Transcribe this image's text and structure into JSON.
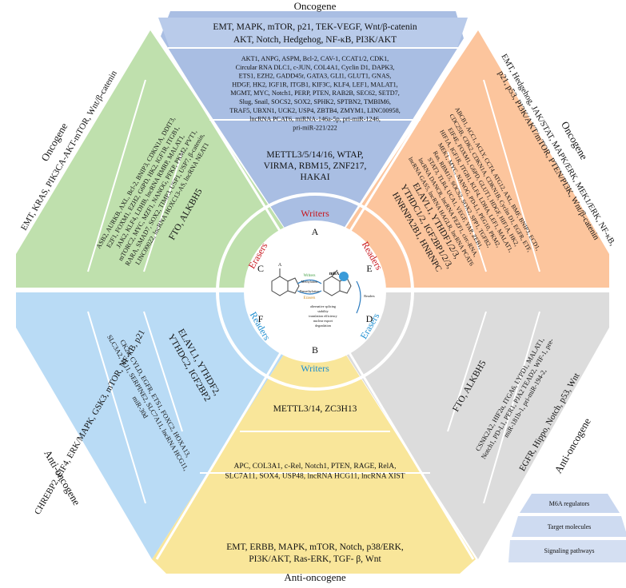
{
  "sectors": {
    "top": {
      "title": "Oncogene",
      "pathways": [
        "EMT, MAPK, mTOR, p21, TEK-VEGF, Wnt/β-catenin",
        "AKT, Notch, Hedgehog, NF-κB, PI3K/AKT"
      ],
      "targets": [
        "AKT1, ANPG, ASPM, Bcl-2, CAV-1, CCAT1/2, CDK1,",
        "Circular RNA DLC1, c-JUN, COL4A1, Cyclin D1, DAPK3,",
        "ETS1, EZH2, GADD45r, GATA3, GLI1, GLUT1, GNAS,",
        "HDGF, HK2, IGF1R, ITGB1, KIF3C, KLF4, LEF1, MALAT1,",
        "MGMT, MYC, Notch1, PERP, PTEN, RAB2B, SEC62, SETD7,",
        "Slug, Snail, SOCS2, SOX2, SPHK2, SPTBN2, TMBIM6,",
        "TRAF5, UBXN1, UCK2, USP4, ZBTB4, ZMYM1, LINC00958,",
        "lncRNA PCAT6, miRNA-146a-5p, pri-miR-1246,",
        "pri-miR-221/222"
      ],
      "regulators": [
        "METTL3/5/14/16, WTAP,",
        "VIRMA, RBM15, ZNF217,",
        "HAKAI"
      ],
      "ring_label": "Writers",
      "letter": "A"
    },
    "upper_right": {
      "title": "Oncogene",
      "pathways": [
        "EMT, Hedgehog, JAK/STAT, MAPK/ERK, MEK1/ERK, NF-κB,",
        "p21, p53, PI3K/AKT/mTOR, PTEN/PI3K, Wnt/β-catenin"
      ],
      "targets": [
        "ABCB1, ACC1, ACLY, CCT4, ATG12, AXL, BMF, BNIP3, ECD1,",
        "CDC25B, CDK2, CDKN1A, CDKN1B, Cyclin D1, EGFR, ETF,",
        "EIF4E, FOXM1, G6PD, GLUT1, HDGF, HIF1A, HK2,",
        "HIF1A, IGF1R, ITGB1, KLF4, LDHA, LEF1, MALAT1,",
        "MEK1, MYC, NANOG, PD-L1, PEG10, PKM2,",
        "Ras, RBM15, SOCS2, SOX2, SPP1, TGFB2,",
        "STAT3, TLR4, UCA1, VEGF, YAP, ZEB1,",
        "lncRNA DANCR, lncRNA FEZF1, circ-RNA,",
        "lncRNA GAS5, lncRNA HAGLR, lncRNA PCAT6"
      ],
      "regulators": [
        "ELAVL1, YTHDF1/2/3,",
        "YTHDC1/2, IGF2BP1/2/3,",
        "HNRNPA2B1, HNRNPC"
      ],
      "ring_label": "Readers",
      "letter": "E"
    },
    "lower_right": {
      "title": "Anti-oncogene",
      "pathways": [
        "EGFR, Hippo, Notch, p53, Wnt"
      ],
      "targets": [
        "CSNK2A2, HIF2α, ITGA6, LYPD1, MALAT1,",
        "Notch1, PD-L1, PER1, PJA2 TEAD2, WIF-1, pre-",
        "miR-181b-1, pri-miR-194-2,"
      ],
      "regulators": [
        "FTO, ALKBH5"
      ],
      "ring_label": "Erasers",
      "letter": "D"
    },
    "bottom": {
      "title": "Anti-oncogene",
      "pathways": [
        "EMT, ERBB, MAPK, mTOR, Notch, p38/ERK,",
        "PI3K/AKT, Ras-ERK, TGF- β, Wnt"
      ],
      "targets": [
        "APC, COL3A1, c-Rel, Notch1, PTEN, RAGE, RelA,",
        "SLC7A11, SOX4, USP48, lncRNA HCG11, lncRNA XIST"
      ],
      "regulators": [
        "METTL3/14, ZC3H13"
      ],
      "ring_label": "Writers",
      "letter": "B"
    },
    "lower_left": {
      "title": "Anti-oncogene",
      "pathways": [
        "CHREBP2, EIF4, ERK/MAPK, GSK3, mTOR, NF-κB, p21"
      ],
      "targets": [
        "CK2α, CYLD, EGFR, ETS1, FOXC2, HOXA13,",
        "SLC3A2, IL11, SERPINE2, SLC7A11, lncRNA HCG11,",
        "miR-30d"
      ],
      "regulators": [
        "ELAVL1, YTHDF2,",
        "YTHDC2, IGF2BP2"
      ],
      "ring_label": "Readers",
      "letter": "F"
    },
    "upper_left": {
      "title": "Oncogene",
      "pathways": [
        "EMT, KRAS, PIK3CA-AKT-mTOR, Wnt/β-catenin"
      ],
      "targets": [
        "ASB2, AURKB, AXL, Bcl-2, BNIP3, CDKN1A, DDIT3,",
        "E2F1, FOXM1, EZH2, G6PD, HK2, IGF1R, ITGB1,",
        "JAK2, KLF4, LDHB, lncRNA RMRP, MALAT1,",
        "mTORC2, MYC, MZF1, NANOG, PFKP, PKM2, PVT1,",
        "RARA, SMAD7, SOX2, TIMP3, USP1, USP7, β-catenin,",
        "LINC00022, lncRNA HOXC13-AS, lncRNA NEAT1"
      ],
      "regulators": [
        "FTO, ALKBH5"
      ],
      "ring_label": "Erasers",
      "letter": "C"
    }
  },
  "center": {
    "writers": "Writers",
    "erasers": "Erasers",
    "readers": "Readers",
    "methylation": "Methylation",
    "demethylation": "Demethylation",
    "m6a": "m6A",
    "functions": [
      "alternative splicing",
      "stability",
      "translation efficiency",
      "nuclear export",
      "degradation"
    ]
  },
  "legend": {
    "levels": [
      "M6A regulators",
      "Target molecules",
      "Signaling pathways"
    ]
  },
  "colors": {
    "top": "#a9bee3",
    "top_inner": "#9fb4e0",
    "upper_right": "#fcc59d",
    "lower_right": "#dcdcdc",
    "bottom": "#f9e69a",
    "lower_left": "#b9dbf5",
    "upper_left": "#bfe0ad",
    "legend": "#c9d7ef"
  }
}
